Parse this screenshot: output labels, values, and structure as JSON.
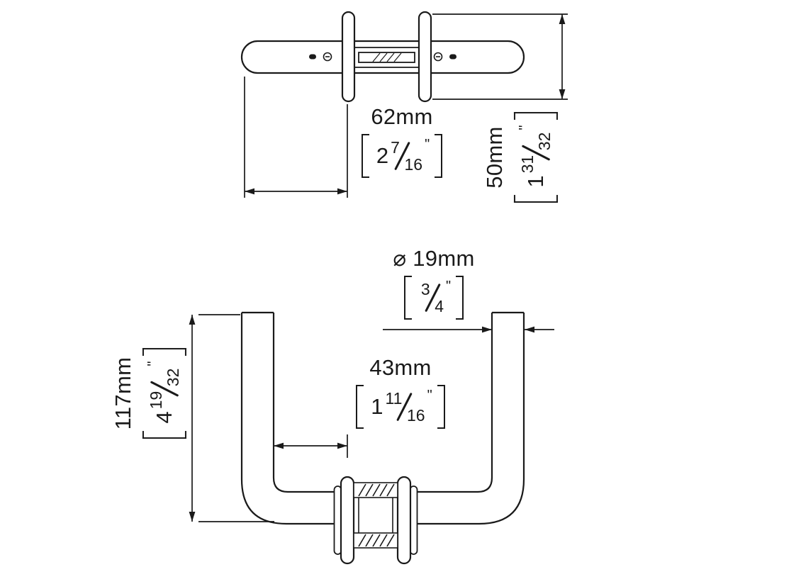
{
  "title": "Door lever handle technical drawing",
  "colors": {
    "ink": "#1a1a1a",
    "background": "#ffffff"
  },
  "dimensions": {
    "top_width": {
      "mm": "62mm",
      "whole": "2",
      "num": "7",
      "den": "16",
      "inch": "\""
    },
    "rose_diameter": {
      "mm": "50mm",
      "whole": "1",
      "num": "31",
      "den": "32",
      "inch": "\""
    },
    "tube_diameter": {
      "mm": "⌀ 19mm",
      "whole": "",
      "num": "3",
      "den": "4",
      "inch": "\""
    },
    "center_offset": {
      "mm": "43mm",
      "whole": "1",
      "num": "11",
      "den": "16",
      "inch": "\""
    },
    "handle_height": {
      "mm": "117mm",
      "whole": "4",
      "num": "19",
      "den": "32",
      "inch": "\""
    }
  }
}
